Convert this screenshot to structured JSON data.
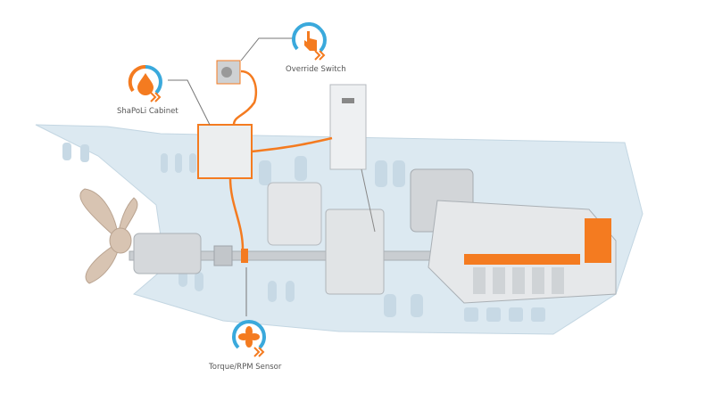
{
  "labels": {
    "cabinet": "ShaPoLi Cabinet",
    "override": "Override Switch",
    "sensor": "Torque/RPM Sensor"
  },
  "colors": {
    "accent": "#f47b20",
    "ring": "#3aa9dc",
    "hull": "#dce9f1",
    "hull_edge": "#c3d6e2",
    "equipment": "#e4e6e8",
    "cable": "#f47b20"
  },
  "icons": {
    "cabinet": "drop-icon",
    "override": "hand-pointer-icon",
    "sensor": "fan-icon"
  }
}
